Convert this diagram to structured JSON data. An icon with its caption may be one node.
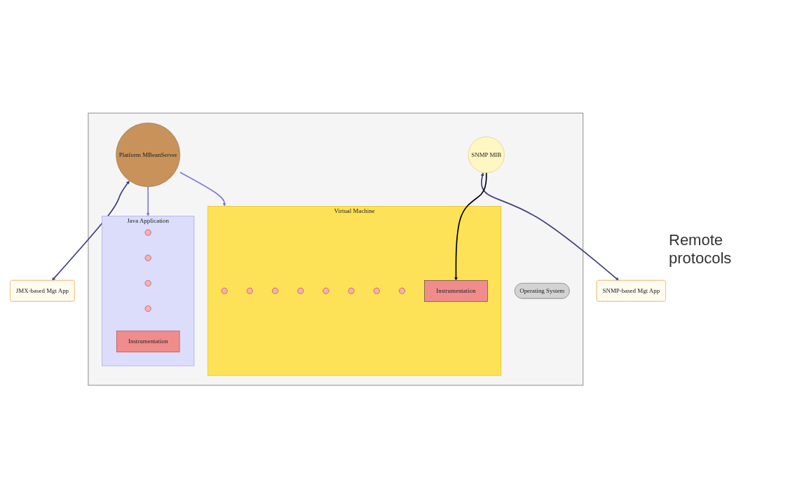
{
  "diagram": {
    "nodes": [
      {
        "text": [],
        "shape": "box"
      },
      {
        "text": [
          "Java Application"
        ],
        "in": 0
      },
      {
        "text": [],
        "shape": "circle",
        "in": 1
      },
      {
        "text": [],
        "shape": "circle",
        "in": 1
      },
      {
        "text": [],
        "shape": "circle",
        "in": 1
      },
      {
        "text": [],
        "shape": "circle",
        "in": 1
      },
      {
        "text": [
          "Instrumentation"
        ],
        "in": 1
      },
      {
        "text": [
          "Platform MBeanServer"
        ],
        "in": 0
      },
      {
        "text": [
          "JMX-based Mgt App"
        ]
      },
      {
        "text": [
          "SNMP MIB"
        ],
        "in": 0
      },
      {
        "text": [
          "SNMP-based Mgt App"
        ]
      },
      {
        "text": [
          "Virtual Machine"
        ],
        "in": 0
      },
      {
        "text": [],
        "shape": "circle",
        "in": 11
      },
      {
        "text": [],
        "shape": "circle",
        "in": 11
      },
      {
        "text": [],
        "shape": "circle",
        "in": 11
      },
      {
        "text": [],
        "shape": "circle",
        "in": 11
      },
      {
        "text": [],
        "shape": "circle",
        "in": 11
      },
      {
        "text": [],
        "shape": "circle",
        "in": 11
      },
      {
        "text": [],
        "shape": "circle",
        "in": 11
      },
      {
        "text": [],
        "shape": "circle",
        "in": 11
      },
      {
        "text": [
          "Instrumentation"
        ],
        "in": 11
      },
      {
        "text": [
          "Operating System"
        ],
        "in": 0
      }
    ],
    "edges": [
      {
        "from": 7,
        "to": 1,
        "arrow": "to",
        "color": "#7b7bdb"
      },
      {
        "from": 7,
        "to": 8,
        "arrow": "both",
        "color": "#3f3f7f"
      },
      {
        "from": 7,
        "to": 11,
        "arrow": "to",
        "color": "#7b7bdb"
      },
      {
        "from": 9,
        "to": 10,
        "arrow": "both",
        "color": "#3f3f7f"
      },
      {
        "from": 9,
        "to": 20,
        "arrow": "to",
        "color": "#000000"
      }
    ],
    "labels": [
      "Remote protocols"
    ]
  }
}
